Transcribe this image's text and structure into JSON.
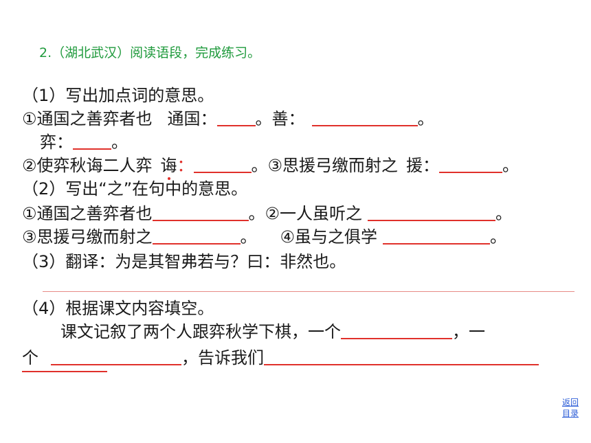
{
  "title": "2.（湖北武汉）阅读语段，完成练习。",
  "q1": {
    "head": "（1）写出加点词的意思。",
    "l1_a": "①通国之善弈者也",
    "l1_b": "通国：",
    "l1_c": "。善：",
    "l1_d": "。",
    "l2_a": "弈：",
    "l2_b": "。",
    "l3_a": "②使弈秋诲二人弈",
    "l3_b": "诲",
    "l3_c": "：",
    "l3_d": "。③思援弓缴而射之",
    "l3_e": "援：",
    "l3_f": "。"
  },
  "q2": {
    "head": "（2）写出“之”在句中的意思。",
    "l1_a": "①通国之善弈者也",
    "l1_b": "。②一人虽听之",
    "l1_c": "。",
    "l2_a": "③思援弓缴而射之",
    "l2_b": "。",
    "l2_c": "④虽与之俱学",
    "l2_d": "。"
  },
  "q3": {
    "head": "（3）翻译：为是其智弗若与？曰：非然也。"
  },
  "q4": {
    "head": "（4）根据课文内容填空。",
    "l1_a": "课文记叙了两个人跟弈秋学下棋，一个",
    "l1_b": "，一",
    "l2_a": "个",
    "l2_b": "，告诉我们"
  },
  "nav": {
    "back": "返回",
    "toc": "目录"
  }
}
